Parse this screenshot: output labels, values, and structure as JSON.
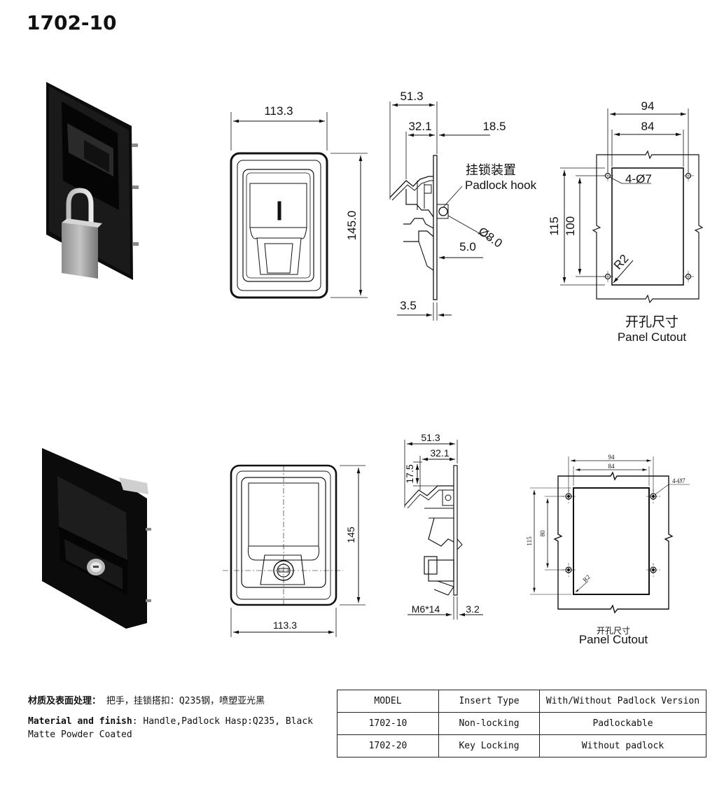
{
  "title": "1702-10",
  "top": {
    "front": {
      "width": "113.3",
      "height": "145.0"
    },
    "side": {
      "depth": "51.3",
      "d1": "32.1",
      "d2": "18.5",
      "hole": "Ø8.0",
      "offset": "5.0",
      "thickness": "3.5",
      "hook_cn": "挂锁装置",
      "hook_en": "Padlock hook"
    },
    "cutout": {
      "w_outer": "94",
      "w_inner": "84",
      "h_outer": "115",
      "h_inner": "100",
      "holes": "4-Ø7",
      "radius": "R2",
      "label_cn": "开孔尺寸",
      "label_en": "Panel Cutout"
    }
  },
  "bottom": {
    "front": {
      "width": "113.3",
      "height": "145"
    },
    "side": {
      "depth": "51.3",
      "d1": "32.1",
      "d3": "17.5",
      "bolt": "M6*14",
      "thickness": "3.2"
    },
    "cutout": {
      "w_outer": "94",
      "w_inner": "84",
      "h_outer": "115",
      "h_inner": "80",
      "holes": "4-Ø7",
      "radius": "R2",
      "label_cn": "开孔尺寸",
      "label_en": "Panel Cutout"
    }
  },
  "material": {
    "cn_label": "材质及表面处理：",
    "cn_text": " 把手，挂锁搭扣：Q235钢，喷塑亚光黑",
    "en_label": "Material and finish",
    "en_text": ": Handle,Padlock Hasp:Q235, Black Matte Powder Coated"
  },
  "table": {
    "headers": [
      "MODEL",
      "Insert Type",
      "With/Without Padlock Version"
    ],
    "rows": [
      [
        "1702-10",
        "Non-locking",
        "Padlockable"
      ],
      [
        "1702-20",
        "Key Locking",
        "Without padlock"
      ]
    ]
  },
  "colors": {
    "line": "#111111",
    "metal": "#a8a8a8",
    "body": "#0d0d0d"
  }
}
